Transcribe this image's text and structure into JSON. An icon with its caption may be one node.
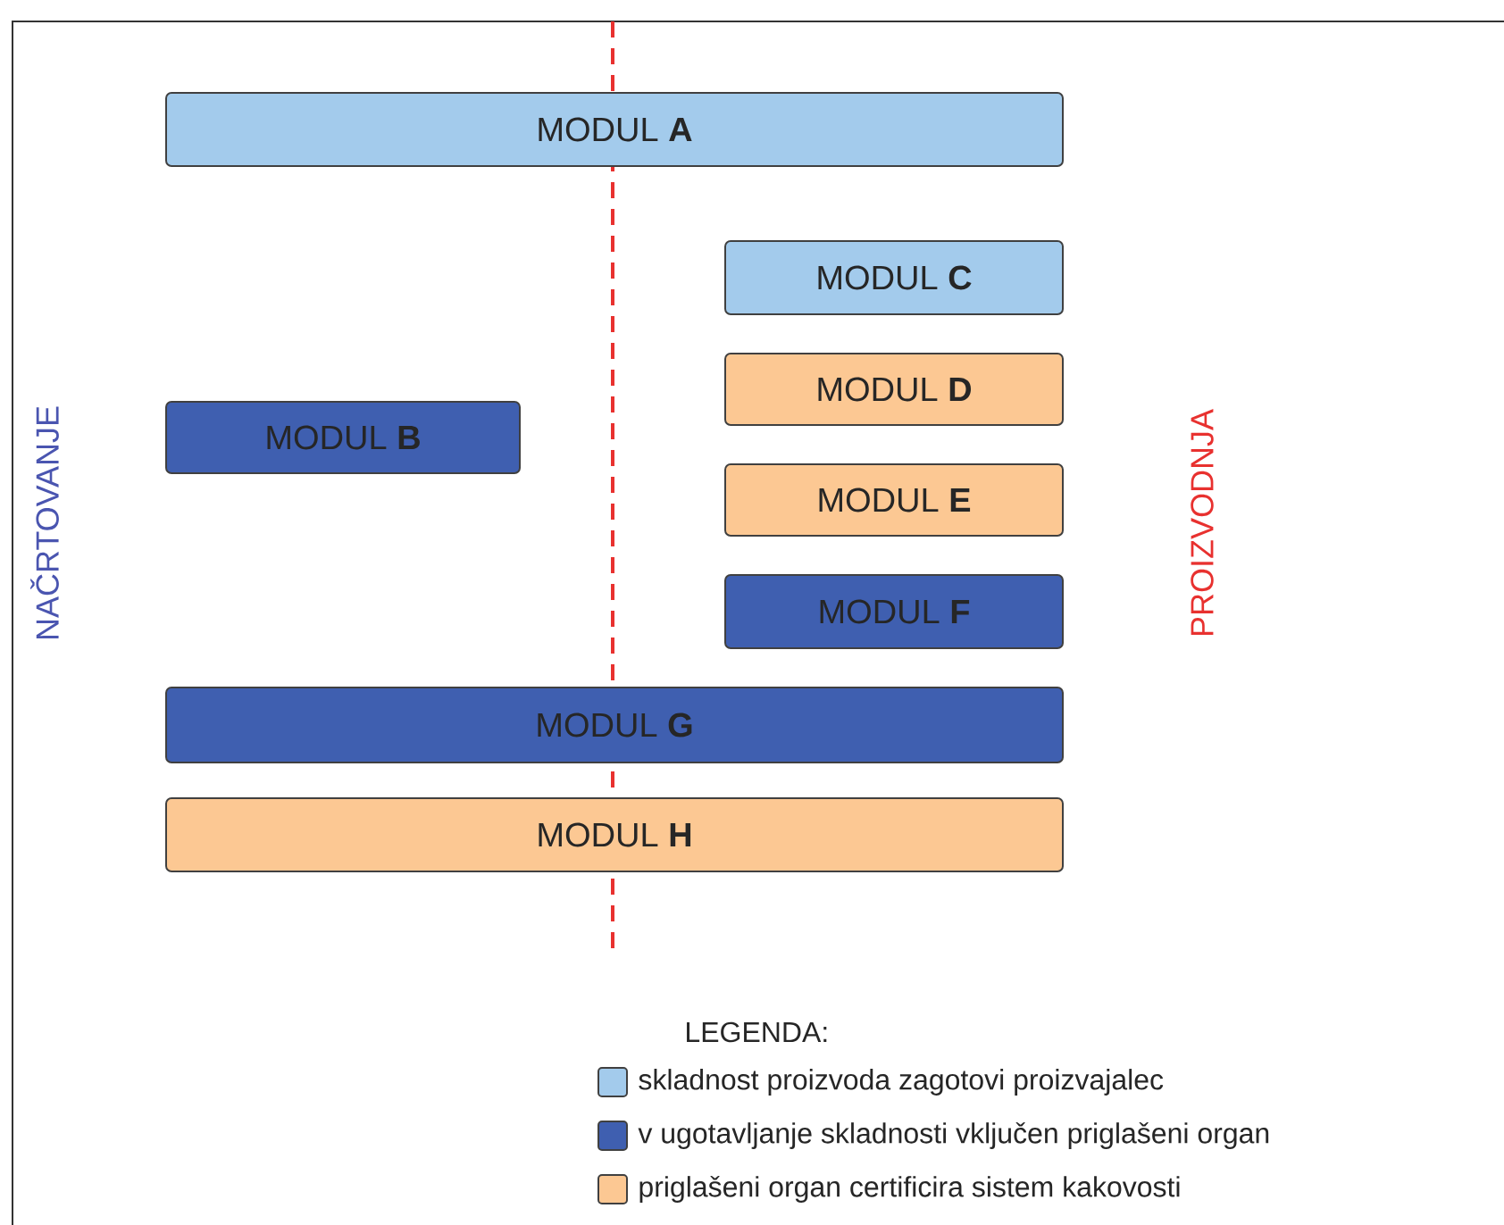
{
  "diagram": {
    "nodes": [
      {
        "text": [
          "MODUL **A**"
        ]
      },
      {
        "text": [
          "MODUL **B**"
        ]
      },
      {
        "text": [
          "MODUL **C**"
        ]
      },
      {
        "text": [
          "MODUL **D**"
        ]
      },
      {
        "text": [
          "MODUL **E**"
        ]
      },
      {
        "text": [
          "MODUL **F**"
        ]
      },
      {
        "text": [
          "MODUL **G**"
        ]
      },
      {
        "text": [
          "MODUL **H**"
        ]
      }
    ],
    "labels": [
      "NAČRTOVANJE",
      "PROIZVODNJA",
      "LEGENDA:"
    ],
    "legend": [
      {
        "text": "skladnost proizvoda zagotovi proizvajalec",
        "color": "#a3cbec"
      },
      {
        "text": "v ugotavljanje skladnosti vključen priglašeni organ",
        "color": "#3f5fb0"
      },
      {
        "text": "priglašeni organ certificira sistem kakovosti",
        "color": "#fcc893"
      }
    ]
  }
}
